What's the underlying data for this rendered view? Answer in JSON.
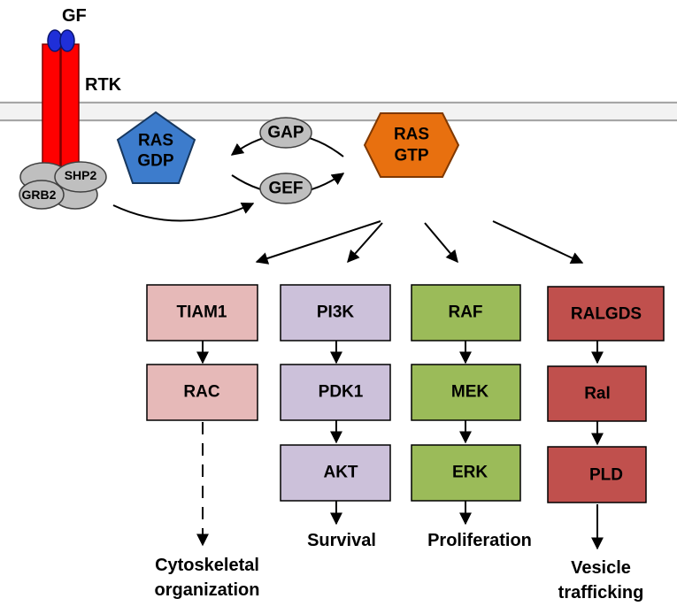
{
  "membrane": {
    "gf_label": "GF",
    "rtk_label": "RTK",
    "grb2_label": "GRB2",
    "shp2_label": "SHP2"
  },
  "cycle": {
    "ras_gdp": [
      "RAS",
      "GDP"
    ],
    "ras_gtp": [
      "RAS",
      "GTP"
    ],
    "gap_label": "GAP",
    "gef_label": "GEF"
  },
  "colors": {
    "receptor": "#ff0000",
    "ligand": "#1f2fd8",
    "adaptor": "#bfbfbf",
    "ras_gdp": "#3d7ccc",
    "ras_gtp": "#e8700f",
    "tiam_branch": "#e6b9b8",
    "pi3k_branch": "#ccc1da",
    "raf_branch": "#9bbb59",
    "ralgds_branch": "#c0504d"
  },
  "pathways": [
    {
      "boxes": [
        "TIAM1",
        "RAC"
      ],
      "outcome": [
        "Cytoskeletal",
        "organization"
      ]
    },
    {
      "boxes": [
        "PI3K",
        "PDK1",
        "AKT"
      ],
      "outcome": [
        "Survival"
      ]
    },
    {
      "boxes": [
        "RAF",
        "MEK",
        "ERK"
      ],
      "outcome": [
        "Proliferation"
      ]
    },
    {
      "boxes": [
        "RALGDS",
        "Ral",
        "PLD"
      ],
      "outcome": [
        "Vesicle",
        "trafficking"
      ]
    }
  ]
}
